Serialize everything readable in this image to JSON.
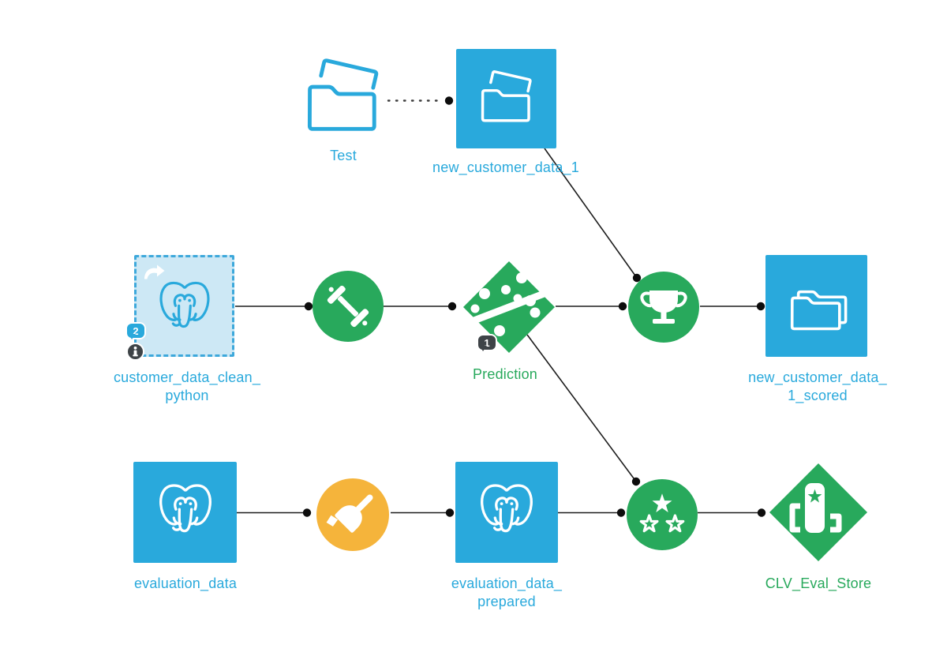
{
  "view": "flow-canvas",
  "colors": {
    "dataset_blue": "#29A9DC",
    "recipe_green": "#28A95C",
    "recipe_yellow": "#F5B43B",
    "zone_fill": "#CDE8F5",
    "badge_dark": "#3E4347",
    "wire_black": "#1D1D1D",
    "label_blue": "#29A9DC",
    "label_green": "#28A95C"
  },
  "nodes": {
    "test_folder": {
      "label": "Test",
      "type": "folder"
    },
    "new_customer_data_1": {
      "label": "new_customer_data_1",
      "type": "managed-folder"
    },
    "customer_data_clean_python": {
      "label_line1": "customer_data_clean_",
      "label_line2": "python",
      "comment_count": "2",
      "type": "postgresql-dataset-shared"
    },
    "train_recipe": {
      "type": "train-recipe"
    },
    "prediction_model": {
      "label": "Prediction",
      "comment_count": "1",
      "type": "saved-model"
    },
    "score_recipe": {
      "type": "score-recipe"
    },
    "new_customer_data_1_scored": {
      "label_line1": "new_customer_data_",
      "label_line2": "1_scored",
      "type": "managed-folder"
    },
    "evaluation_data": {
      "label": "evaluation_data",
      "type": "postgresql-dataset"
    },
    "prepare_recipe": {
      "type": "prepare-recipe"
    },
    "evaluation_data_prepared": {
      "label_line1": "evaluation_data_",
      "label_line2": "prepared",
      "type": "postgresql-dataset"
    },
    "evaluate_recipe": {
      "type": "evaluate-recipe"
    },
    "clv_eval_store": {
      "label": "CLV_Eval_Store",
      "type": "model-evaluation-store"
    }
  },
  "edges": [
    {
      "from": "test_folder",
      "to": "new_customer_data_1",
      "style": "dotted"
    },
    {
      "from": "customer_data_clean_python",
      "to": "train_recipe"
    },
    {
      "from": "train_recipe",
      "to": "prediction_model"
    },
    {
      "from": "prediction_model",
      "to": "score_recipe"
    },
    {
      "from": "new_customer_data_1",
      "to": "score_recipe"
    },
    {
      "from": "score_recipe",
      "to": "new_customer_data_1_scored"
    },
    {
      "from": "prediction_model",
      "to": "evaluate_recipe"
    },
    {
      "from": "evaluation_data",
      "to": "prepare_recipe"
    },
    {
      "from": "prepare_recipe",
      "to": "evaluation_data_prepared"
    },
    {
      "from": "evaluation_data_prepared",
      "to": "evaluate_recipe"
    },
    {
      "from": "evaluate_recipe",
      "to": "clv_eval_store"
    }
  ]
}
